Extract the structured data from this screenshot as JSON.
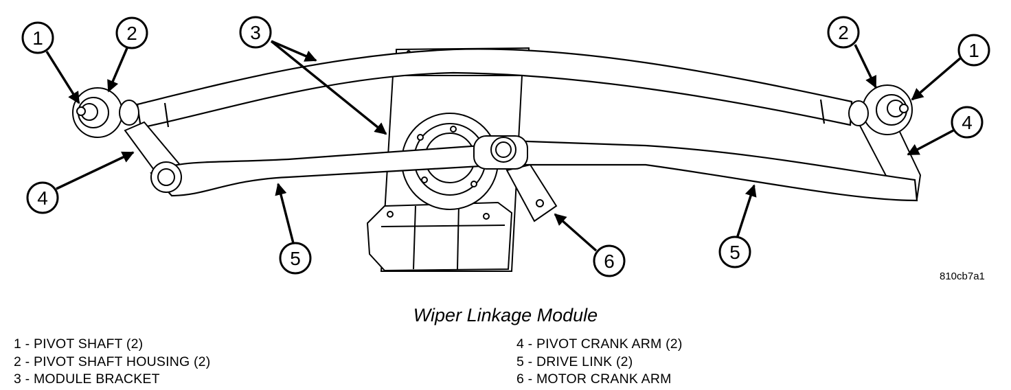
{
  "figure_code": "810cb7a1",
  "title": "Wiper Linkage Module",
  "callouts": {
    "c1_left": "1",
    "c2_left": "2",
    "c3": "3",
    "c4_left": "4",
    "c5_left": "5",
    "c6": "6",
    "c2_right": "2",
    "c1_right": "1",
    "c4_right": "4",
    "c5_right": "5"
  },
  "legend": [
    "1 - PIVOT SHAFT (2)",
    "2 - PIVOT SHAFT HOUSING (2)",
    "3 - MODULE BRACKET",
    "4 - PIVOT CRANK ARM (2)",
    "5 - DRIVE LINK (2)",
    "6 - MOTOR CRANK ARM"
  ]
}
